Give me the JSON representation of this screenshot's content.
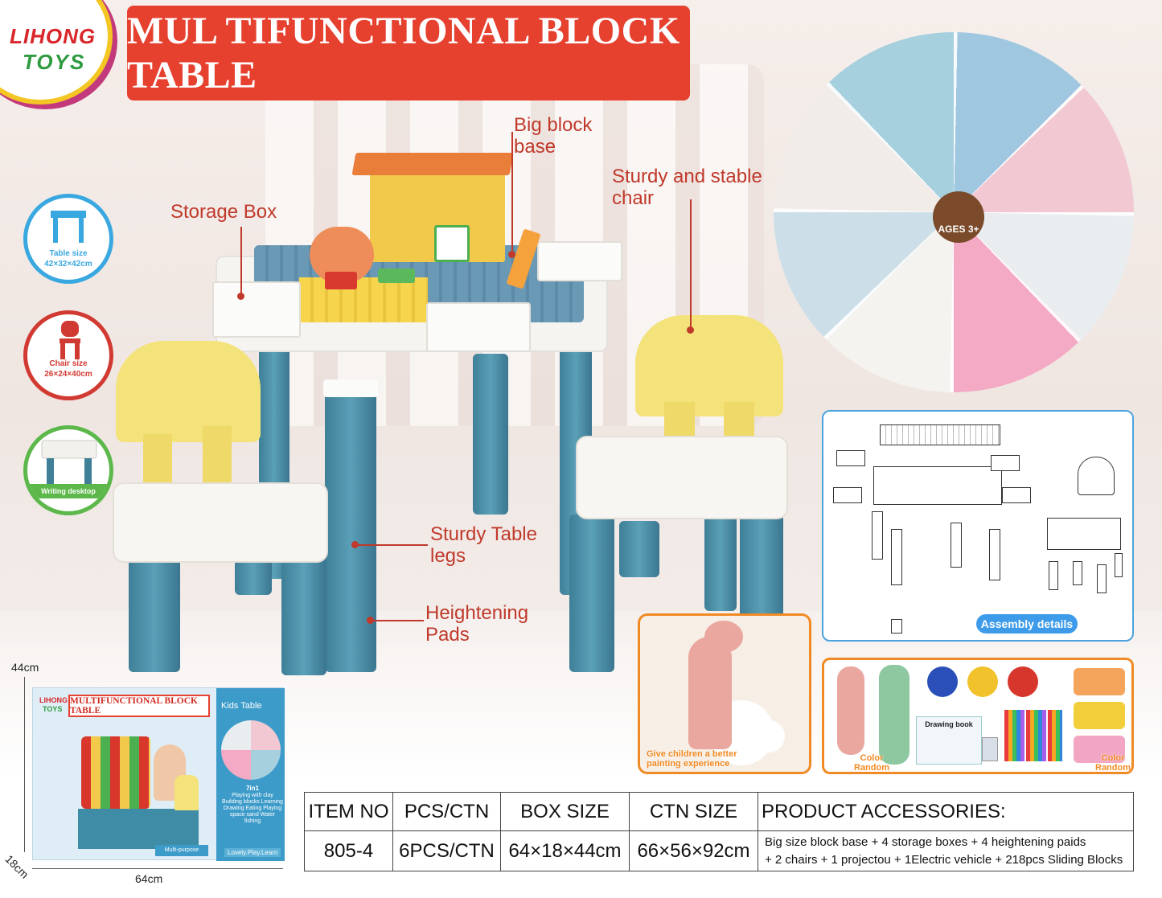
{
  "logo": {
    "line1": "LIHONG",
    "line2": "TOYS"
  },
  "title": "MUL TIFUNCTIONAL BLOCK TABLE",
  "callouts": {
    "big_block_base": [
      "Big block",
      "base"
    ],
    "storage_box": "Storage Box",
    "sturdy_chair": [
      "Sturdy and stable",
      "chair"
    ],
    "table_legs": [
      "Sturdy Table",
      "legs"
    ],
    "heightening_pads": [
      "Heightening",
      "Pads"
    ]
  },
  "side_icons": {
    "table": {
      "label": "Table size",
      "size": "42×32×42cm",
      "color": "#3aa8e0"
    },
    "chair": {
      "label": "Chair size",
      "size": "26×24×40cm",
      "color": "#d13a32"
    },
    "desk": {
      "label": "Writing desktop",
      "color": "#5cb84a"
    }
  },
  "montage": {
    "ages_badge": "AGES 3+"
  },
  "assembly": {
    "label": "Assembly details"
  },
  "painting": {
    "caption": "Give children a better painting experience"
  },
  "accessories": {
    "color_random_1": "Color Random",
    "color_random_2": "Color Random",
    "drawing_book": "Drawing book"
  },
  "package": {
    "logo1": "LIHONG",
    "logo2": "TOYS",
    "title": "MULTIFUNCTIONAL BLOCK TABLE",
    "side_title": "Kids Table",
    "side_7in1": "7in1",
    "side_list": "Playing with clay Building blocks Learning Drawing Eating Playing space sand Water fishing",
    "side_tagline": "Lovely.Play.Learn",
    "multi_purpose": "Multi-purpose",
    "dim_height": "44cm",
    "dim_depth": "18cm",
    "dim_width": "64cm"
  },
  "spec_table": {
    "headers": [
      "ITEM NO",
      "PCS/CTN",
      "BOX SIZE",
      "CTN SIZE",
      "PRODUCT ACCESSORIES:"
    ],
    "values": [
      "805-4",
      "6PCS/CTN",
      "64×18×44cm",
      "66×56×92cm"
    ],
    "accessories_line1": "Big size block base + 4 storage boxes + 4 heightening paids",
    "accessories_line2": "+ 2 chairs + 1 projectou + 1Electric vehicle + 218pcs Sliding Blocks"
  },
  "colors": {
    "title_red": "#e6402f",
    "callout_red": "#c0392b",
    "leg_blue": "#4a8fa8",
    "chair_yellow": "#f4e27a",
    "assembly_blue": "#4aa3df",
    "accent_orange": "#f08a24"
  }
}
